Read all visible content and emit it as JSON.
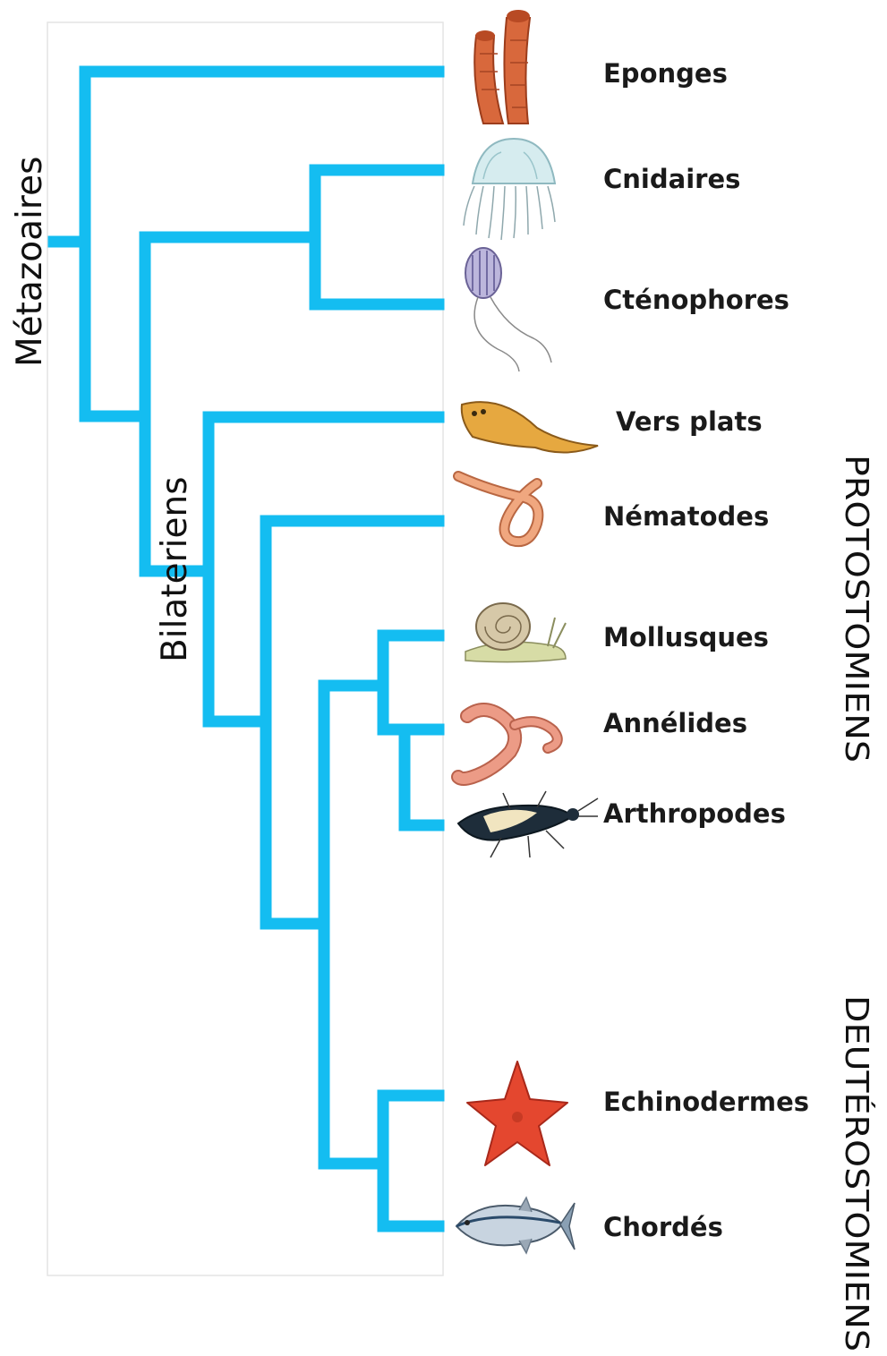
{
  "colors": {
    "branch": "#14bdf1",
    "text": "#111111"
  },
  "taxa": [
    {
      "id": "eponges",
      "label": "Eponges",
      "icon": "sponge-icon"
    },
    {
      "id": "cnidaires",
      "label": "Cnidaires",
      "icon": "jellyfish-icon"
    },
    {
      "id": "ctenophores",
      "label": "Cténophores",
      "icon": "comb-jelly-icon"
    },
    {
      "id": "vers_plats",
      "label": "Vers plats",
      "icon": "flatworm-icon"
    },
    {
      "id": "nematodes",
      "label": "Nématodes",
      "icon": "roundworm-icon"
    },
    {
      "id": "mollusques",
      "label": "Mollusques",
      "icon": "snail-icon"
    },
    {
      "id": "annelides",
      "label": "Annélides",
      "icon": "earthworm-icon"
    },
    {
      "id": "arthropodes",
      "label": "Arthropodes",
      "icon": "insect-icon"
    },
    {
      "id": "echinodermes",
      "label": "Echinodermes",
      "icon": "starfish-icon"
    },
    {
      "id": "chordes",
      "label": "Chordés",
      "icon": "fish-icon"
    }
  ],
  "clades": {
    "metazoaires": "Métazoaires",
    "bilateriens": "Bilateriens"
  },
  "groups": {
    "protostomiens": "PROTOSTOMIENS",
    "deuterostomiens": "DEUTÉROSTOMIENS"
  }
}
